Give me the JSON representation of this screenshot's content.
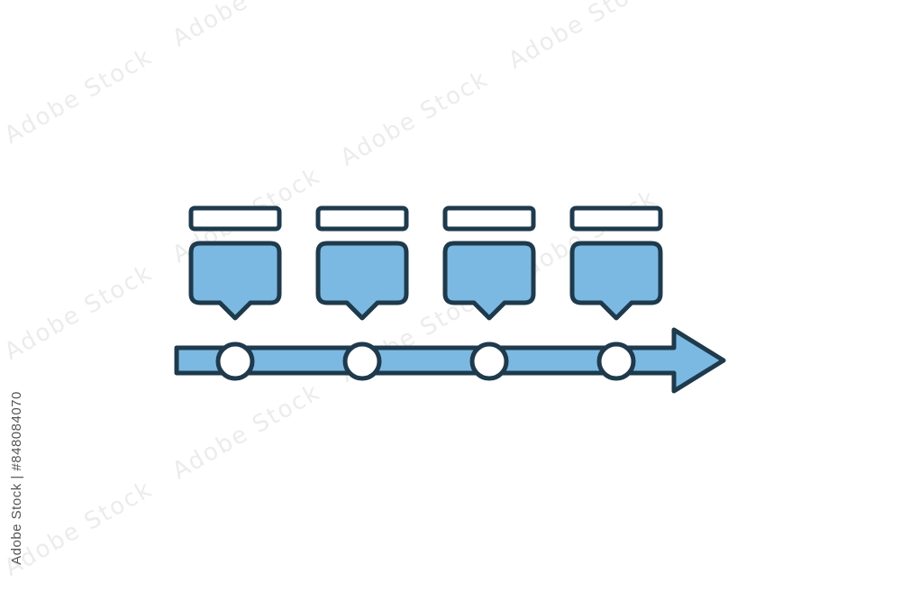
{
  "stock": {
    "id_text": "Adobe Stock | #848084070",
    "watermark_text": "Adobe Stock"
  },
  "icon": {
    "name": "timeline-icon",
    "colors": {
      "fill": "#7cb9e2",
      "stroke": "#1e3a4c",
      "node_fill": "#ffffff",
      "background": "#ffffff"
    },
    "milestones": [
      {
        "name": "milestone-1"
      },
      {
        "name": "milestone-2"
      },
      {
        "name": "milestone-3"
      },
      {
        "name": "milestone-4"
      }
    ]
  }
}
